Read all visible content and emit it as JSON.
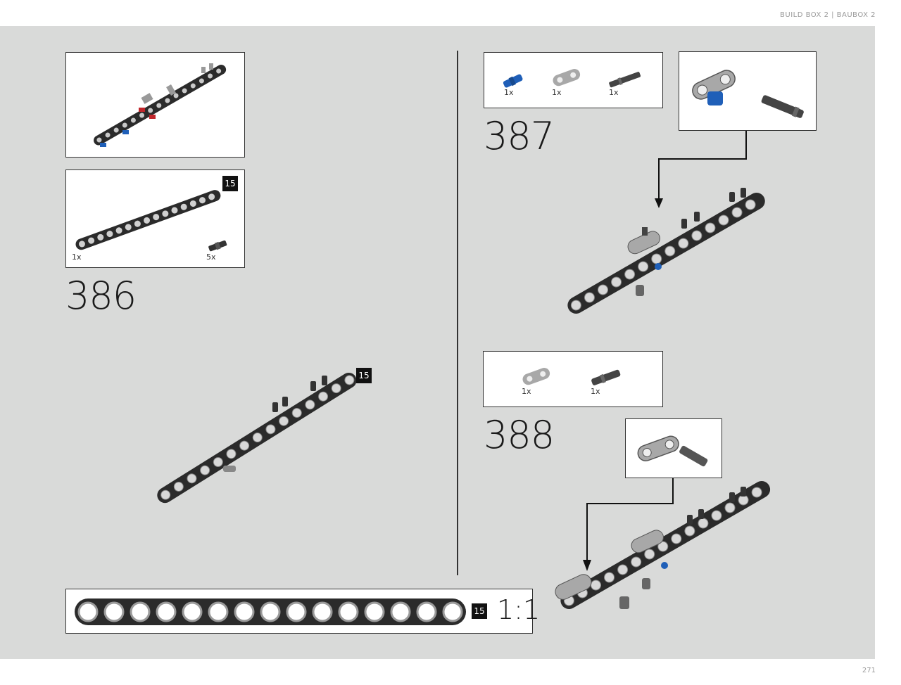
{
  "header": {
    "text": "BUILD BOX 2  |  BAUBOX 2"
  },
  "page_number": "271",
  "steps": [
    {
      "number": "386",
      "parts": [
        {
          "qty": "1x"
        },
        {
          "qty": "5x"
        }
      ],
      "badge": "15"
    },
    {
      "number": "387",
      "parts": [
        {
          "qty": "1x"
        },
        {
          "qty": "1x"
        },
        {
          "qty": "1x"
        }
      ]
    },
    {
      "number": "388",
      "parts": [
        {
          "qty": "1x"
        },
        {
          "qty": "1x"
        }
      ]
    }
  ],
  "assembly_badge": "15",
  "scale_ruler": {
    "badge": "15",
    "label": "1:1",
    "hole_count": 15
  },
  "colors": {
    "background": "#d9dad9",
    "beam": "#2b2b2b",
    "pin_blue": "#1f5fb8",
    "pin_red": "#c0262b"
  }
}
